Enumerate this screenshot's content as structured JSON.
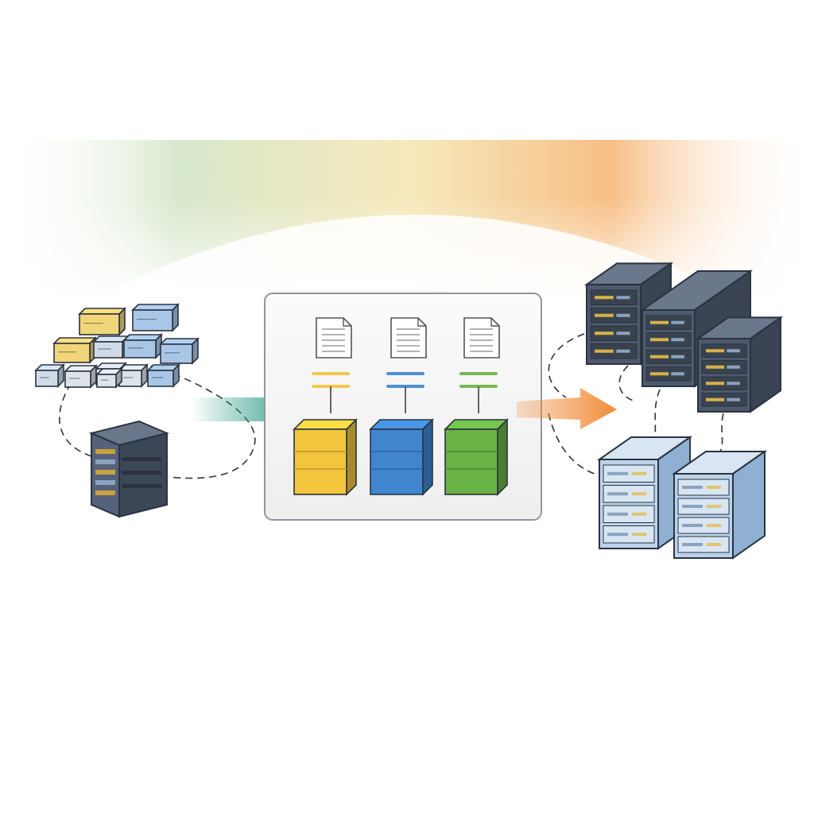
{
  "diagram": {
    "colors": {
      "background": "#ffffff",
      "band_green": "#cfe3c2",
      "band_yellow": "#f3e2a6",
      "band_orange": "#f6b36f",
      "server_dark": "#4d5a6e",
      "server_light": "#bcd3ea",
      "panel_border": "#8f969e",
      "yellow": "#f2c53d",
      "blue": "#3f86cf",
      "green": "#69b246",
      "arrow_in": "#2f9c86",
      "arrow_out": "#f08c3a"
    },
    "source": {
      "chunk_count": 12,
      "chunk_colors": [
        "#f1d57a",
        "#a9c6e6",
        "#f1d57a",
        "#cfdbe8",
        "#a9c6e6",
        "#a9c6e6",
        "#cfdbe8",
        "#dde3ea",
        "#dde3ea",
        "#dde3ea",
        "#a9c6e6",
        "#dde3ea"
      ],
      "server_icon": "server-tower-icon"
    },
    "processing": {
      "lanes": [
        {
          "id": "yellow",
          "color": "#f2c53d",
          "doc_icon": "document-icon",
          "block_icon": "data-block-icon"
        },
        {
          "id": "blue",
          "color": "#3f86cf",
          "doc_icon": "document-icon",
          "block_icon": "data-block-icon"
        },
        {
          "id": "green",
          "color": "#69b246",
          "doc_icon": "document-icon",
          "block_icon": "data-block-icon"
        }
      ]
    },
    "destination": {
      "dark_server_count": 3,
      "light_server_count": 2,
      "server_icon": "server-rack-icon"
    },
    "connectors": {
      "inbound_arrow": "arrow-right-icon",
      "outbound_arrow": "arrow-right-icon",
      "style": "dashed"
    }
  }
}
